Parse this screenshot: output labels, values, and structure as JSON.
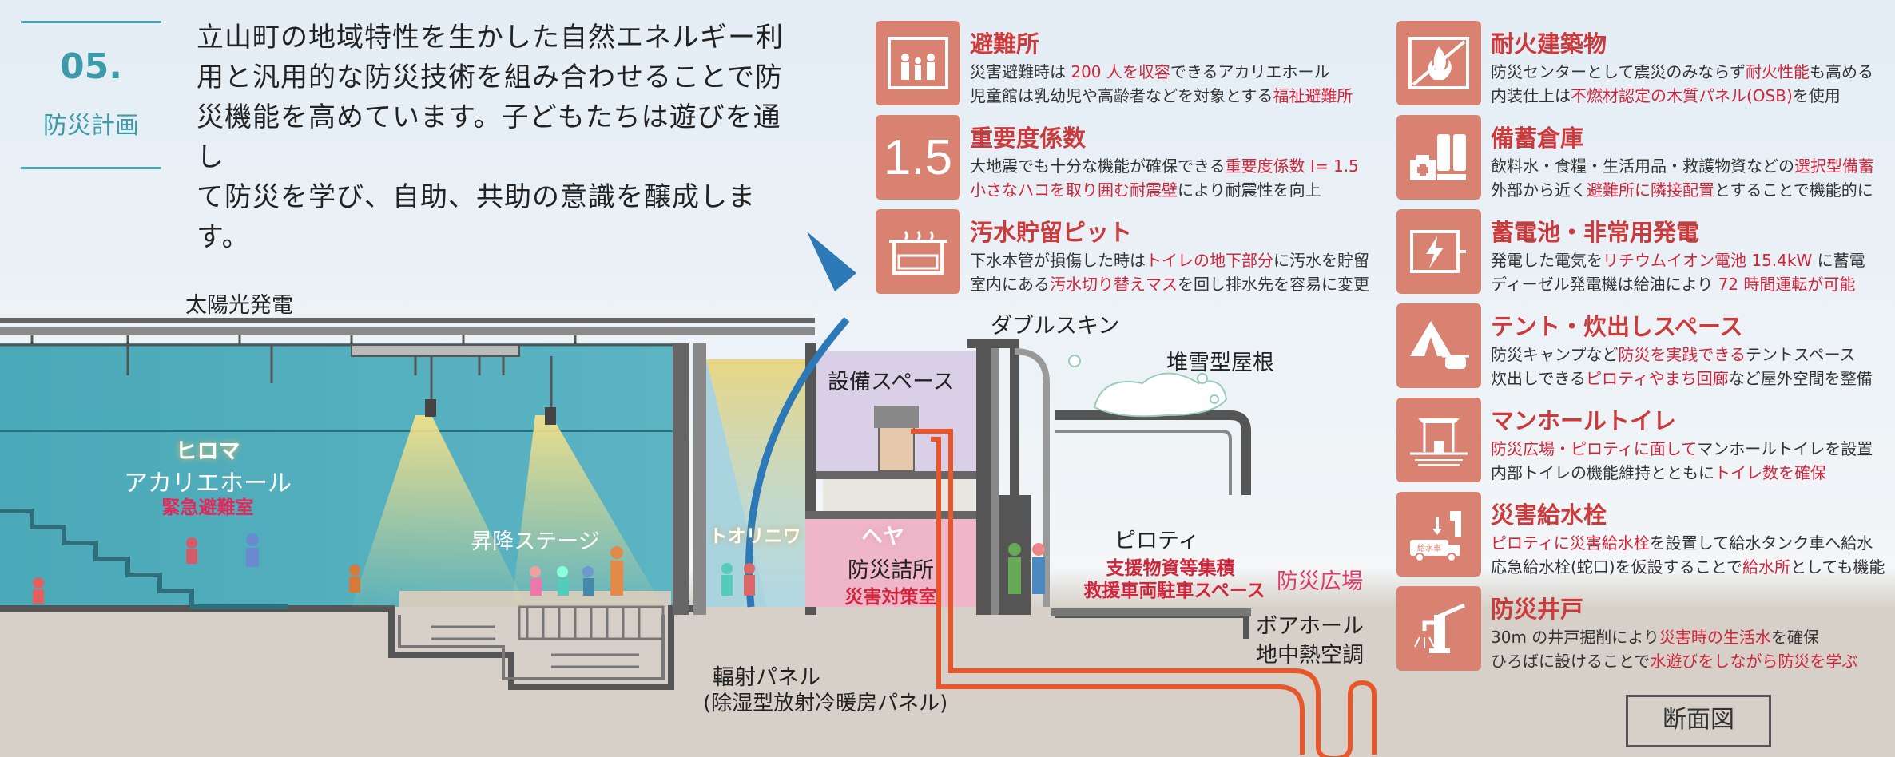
{
  "header": {
    "number": "05.",
    "title": "防災計画",
    "intro": [
      "立山町の地域特性を生かした自然エネルギー利",
      "用と汎用的な防災技術を組み合わせることで防",
      "災機能を高めています。子どもたちは遊びを通し",
      "て防災を学び、自助、共助の意識を醸成します。"
    ]
  },
  "items_left": [
    {
      "icon": "family-shelter-icon",
      "title": "避難所",
      "line1": [
        {
          "t": "災害避難時は "
        },
        {
          "t": "200 人を収容",
          "r": true
        },
        {
          "t": "できるアカリエホール"
        }
      ],
      "line2": [
        {
          "t": "児童館は乳幼児や高齢者などを対象とする"
        },
        {
          "t": "福祉避難所",
          "r": true
        }
      ]
    },
    {
      "icon": "coefficient-1-5-icon",
      "icon_text": "1.5",
      "title": "重要度係数",
      "line1": [
        {
          "t": "大地震でも十分な機能が確保できる"
        },
        {
          "t": "重要度係数 I= 1.5",
          "r": true
        }
      ],
      "line2": [
        {
          "t": "小さなハコを取り囲む耐震壁",
          "r": true
        },
        {
          "t": "により耐震性を向上"
        }
      ]
    },
    {
      "icon": "sewage-pit-icon",
      "title": "汚水貯留ピット",
      "line1": [
        {
          "t": "下水本管が損傷した時は"
        },
        {
          "t": "トイレの地下部分",
          "r": true
        },
        {
          "t": "に汚水を貯留"
        }
      ],
      "line2": [
        {
          "t": "室内にある"
        },
        {
          "t": "汚水切り替えマス",
          "r": true
        },
        {
          "t": "を回し排水先を容易に変更"
        }
      ]
    }
  ],
  "items_right": [
    {
      "icon": "fireproof-building-icon",
      "title": "耐火建築物",
      "line1": [
        {
          "t": "防災センターとして震災のみならず"
        },
        {
          "t": "耐火性能",
          "r": true
        },
        {
          "t": "も高める"
        }
      ],
      "line2": [
        {
          "t": "内装仕上は"
        },
        {
          "t": "不燃材認定の木質パネル(OSB)",
          "r": true
        },
        {
          "t": "を使用"
        }
      ]
    },
    {
      "icon": "storage-warehouse-icon",
      "title": "備蓄倉庫",
      "line1": [
        {
          "t": "飲料水・食糧・生活用品・救護物資などの"
        },
        {
          "t": "選択型備蓄",
          "r": true
        }
      ],
      "line2": [
        {
          "t": "外部から近く"
        },
        {
          "t": "避難所に隣接配置",
          "r": true
        },
        {
          "t": "とすることで機能的に"
        }
      ]
    },
    {
      "icon": "battery-generator-icon",
      "title": "蓄電池・非常用発電",
      "line1": [
        {
          "t": "発電した電気を"
        },
        {
          "t": "リチウムイオン電池 15.4kW",
          "r": true
        },
        {
          "t": " に蓄電"
        }
      ],
      "line2": [
        {
          "t": "ディーゼル発電機は給油により "
        },
        {
          "t": "72 時間運転が可能",
          "r": true
        }
      ]
    },
    {
      "icon": "tent-cooking-icon",
      "title": "テント・炊出しスペース",
      "line1": [
        {
          "t": "防災キャンプなど"
        },
        {
          "t": "防災を実践できる",
          "r": true
        },
        {
          "t": "テントスペース"
        }
      ],
      "line2": [
        {
          "t": "炊出しできる"
        },
        {
          "t": "ピロティやまち回廊",
          "r": true
        },
        {
          "t": "など屋外空間を整備"
        }
      ]
    },
    {
      "icon": "manhole-toilet-icon",
      "title": "マンホールトイレ",
      "line1": [
        {
          "t": "防災広場・ピロティに面して",
          "r": true
        },
        {
          "t": "マンホールトイレを設置"
        }
      ],
      "line2": [
        {
          "t": "内部トイレの機能維持とともに"
        },
        {
          "t": "トイレ数を確保",
          "r": true
        }
      ]
    },
    {
      "icon": "water-hydrant-icon",
      "icon_text": "給水車",
      "title": "災害給水栓",
      "line1": [
        {
          "t": "ピロティに災害給水栓",
          "r": true
        },
        {
          "t": "を設置して給水タンク車へ給水"
        }
      ],
      "line2": [
        {
          "t": "応急給水栓(蛇口)を仮設することで"
        },
        {
          "t": "給水所",
          "r": true
        },
        {
          "t": "としても機能"
        }
      ]
    },
    {
      "icon": "well-pump-icon",
      "title": "防災井戸",
      "line1": [
        {
          "t": "30m の井戸掘削により"
        },
        {
          "t": "災害時の生活水",
          "r": true
        },
        {
          "t": "を確保"
        }
      ],
      "line2": [
        {
          "t": "ひろばに設けることで"
        },
        {
          "t": "水遊びをしながら防災を学ぶ",
          "r": true
        }
      ]
    }
  ],
  "section": {
    "solar": "太陽光発電",
    "double_skin": "ダブルスキン",
    "snow_roof": "堆雪型屋根",
    "equipment": "設備スペース",
    "hiroma": "ヒロマ",
    "akarie": "アカリエホール",
    "emergency_room": "緊急避難室",
    "stage": "昇降ステージ",
    "torinwa": "トオリニワ",
    "heya": "ヘヤ",
    "bousai_office": "防災詰所",
    "disaster_hq": "災害対策室",
    "piloti": "ピロティ",
    "supply": "支援物資等集積",
    "parking": "救援車両駐車スペース",
    "plaza": "防災広場",
    "borehole1": "ボアホール",
    "borehole2": "地中熱空調",
    "radiant1": "輻射パネル",
    "radiant2": "(除湿型放射冷暖房パネル)",
    "caption": "断面図"
  },
  "colors": {
    "accent_teal": "#3d9aa8",
    "icon_bg": "#d98271",
    "red_text": "#d0253a",
    "title_red": "#cc3a3c",
    "pipe": "#e8562a"
  }
}
